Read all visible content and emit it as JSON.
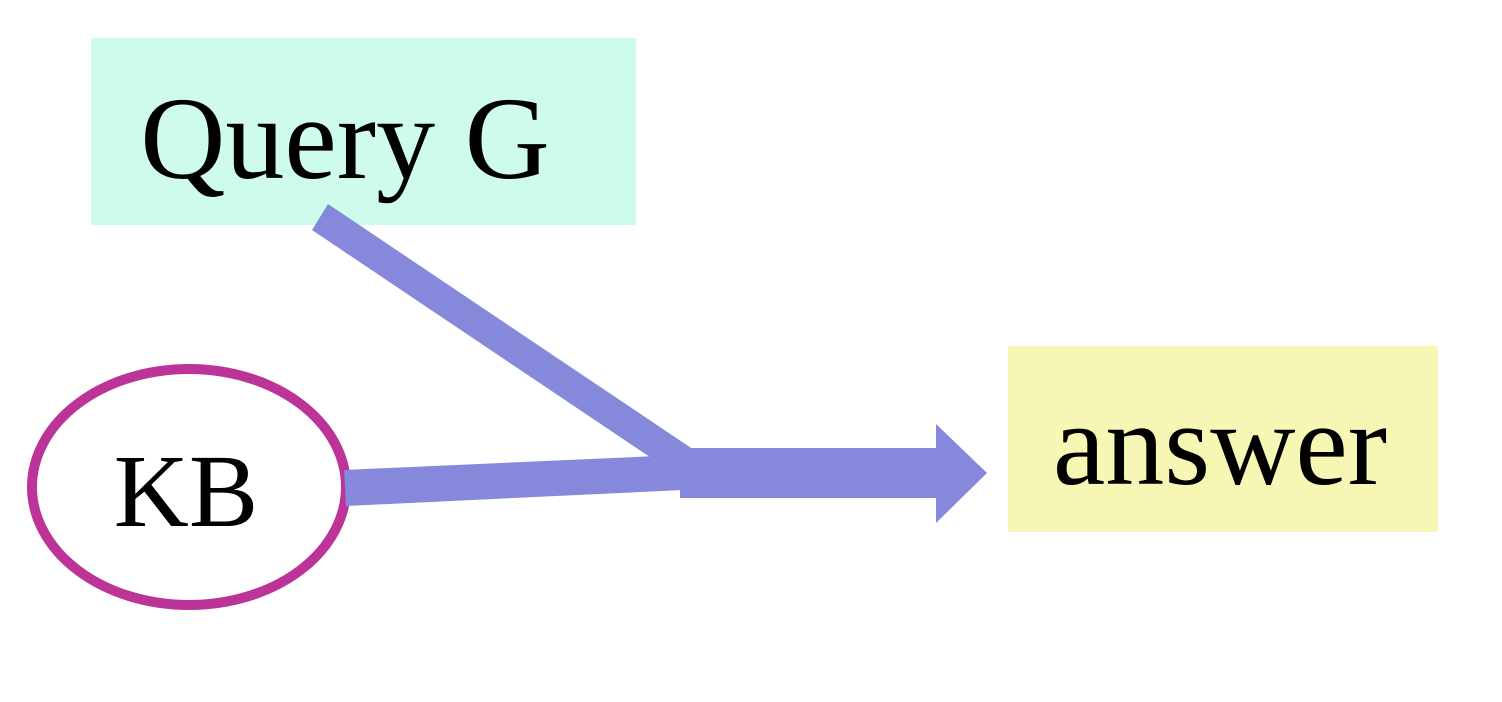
{
  "nodes": {
    "query": {
      "label": "Query G"
    },
    "kb": {
      "label": "KB"
    },
    "answer": {
      "label": "answer"
    }
  },
  "colors": {
    "query_fill": "#cffbec",
    "answer_fill": "#f7f7b5",
    "kb_stroke": "#bc3497",
    "kb_fill": "#ffffff",
    "arrow": "#8689db",
    "text": "#000000",
    "background": "#ffffff"
  }
}
